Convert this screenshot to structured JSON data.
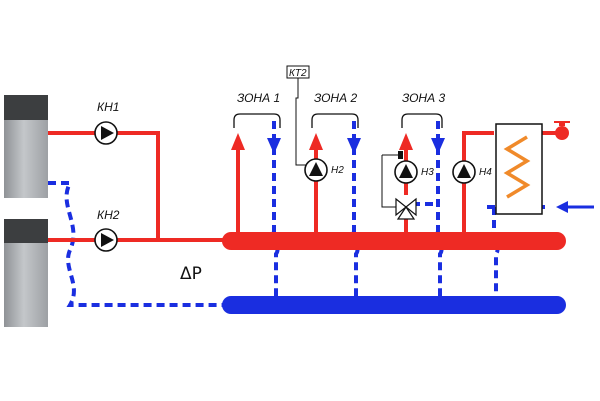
{
  "colors": {
    "supply": "#ee2a24",
    "return": "#1a2ee0",
    "boiler_light": "#b9bcbf",
    "boiler_dark": "#3c3e40",
    "coil": "#f08a2a"
  },
  "pumps": [
    {
      "id": "boiler-pump-1",
      "label": "КН1",
      "icon": "pump-icon"
    },
    {
      "id": "boiler-pump-2",
      "label": "КН2",
      "icon": "pump-icon"
    },
    {
      "id": "zone2-pump",
      "label": "Н2",
      "icon": "pump-icon"
    },
    {
      "id": "zone3-pump",
      "label": "Н3",
      "icon": "pump-icon"
    },
    {
      "id": "dhw-pump",
      "label": "Н4",
      "icon": "pump-icon"
    }
  ],
  "zones": [
    {
      "id": "zone-1",
      "label": "ЗОНА 1"
    },
    {
      "id": "zone-2",
      "label": "ЗОНА 2"
    },
    {
      "id": "zone-3",
      "label": "ЗОНА 3"
    }
  ],
  "controller_label": "КТ2",
  "delta_p_label": "ΔP",
  "icons": [
    "boiler-icon",
    "pump-icon",
    "three-way-valve-icon",
    "water-heater-icon",
    "tap-icon",
    "inlet-arrow-icon"
  ]
}
